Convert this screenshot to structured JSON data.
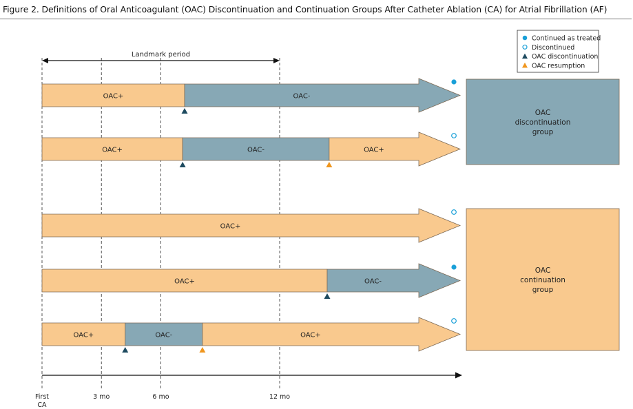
{
  "figure_title": "Figure 2. Definitions of Oral Anticoagulant (OAC) Discontinuation and Continuation Groups After Catheter Ablation (CA) for Atrial Fibrillation (AF)",
  "landmark_label": "Landmark period",
  "legend": [
    {
      "label": "Continued as treated",
      "symbol": "filled-circle",
      "color": "#1aa0d8"
    },
    {
      "label": "Discontinued",
      "symbol": "open-circle",
      "color": "#1aa0d8"
    },
    {
      "label": "OAC discontinuation",
      "symbol": "triangle",
      "color": "#1d4a5f"
    },
    {
      "label": "OAC resumption",
      "symbol": "triangle",
      "color": "#f0961e"
    }
  ],
  "timeline": {
    "ticks": [
      {
        "month": 0,
        "label_lines": [
          "First",
          "CA"
        ]
      },
      {
        "month": 3,
        "label_lines": [
          "3 mo"
        ]
      },
      {
        "month": 6,
        "label_lines": [
          "6 mo"
        ]
      },
      {
        "month": 12,
        "label_lines": [
          "12 mo"
        ]
      }
    ]
  },
  "colors": {
    "oac_plus": "#f9c98e",
    "oac_minus": "#87a8b5",
    "stroke": "#7d6a55",
    "rule": "#777777",
    "status_marker": "#1aa0d8",
    "discontinuation_marker": "#1d4a5f",
    "resumption_marker": "#f0961e"
  },
  "scenarios": [
    {
      "segments": [
        {
          "label": "OAC+",
          "state": "plus",
          "start_month": 0,
          "end_month": 7.2
        },
        {
          "label": "OAC-",
          "state": "minus",
          "start_month": 7.2,
          "end_month": null
        }
      ],
      "events": [
        {
          "type": "discontinuation",
          "month": 7.2
        }
      ],
      "status": "continued"
    },
    {
      "segments": [
        {
          "label": "OAC+",
          "state": "plus",
          "start_month": 0,
          "end_month": 7.1
        },
        {
          "label": "OAC-",
          "state": "minus",
          "start_month": 7.1,
          "end_month": 14.5
        },
        {
          "label": "OAC+",
          "state": "plus",
          "start_month": 14.5,
          "end_month": null
        }
      ],
      "events": [
        {
          "type": "discontinuation",
          "month": 7.1
        },
        {
          "type": "resumption",
          "month": 14.5
        }
      ],
      "status": "discontinued"
    },
    {
      "segments": [
        {
          "label": "OAC+",
          "state": "plus",
          "start_month": 0,
          "end_month": null
        }
      ],
      "events": [],
      "status": "discontinued"
    },
    {
      "segments": [
        {
          "label": "OAC+",
          "state": "plus",
          "start_month": 0,
          "end_month": 14.4
        },
        {
          "label": "OAC-",
          "state": "minus",
          "start_month": 14.4,
          "end_month": null
        }
      ],
      "events": [
        {
          "type": "discontinuation",
          "month": 14.4
        }
      ],
      "status": "continued"
    },
    {
      "segments": [
        {
          "label": "OAC+",
          "state": "plus",
          "start_month": 0,
          "end_month": 4.2
        },
        {
          "label": "OAC-",
          "state": "minus",
          "start_month": 4.2,
          "end_month": 8.1
        },
        {
          "label": "OAC+",
          "state": "plus",
          "start_month": 8.1,
          "end_month": null
        }
      ],
      "events": [
        {
          "type": "discontinuation",
          "month": 4.2
        },
        {
          "type": "resumption",
          "month": 8.1
        }
      ],
      "status": "discontinued"
    }
  ],
  "groups": [
    {
      "label_lines": [
        "OAC",
        "discontinuation",
        "group"
      ],
      "state": "minus"
    },
    {
      "label_lines": [
        "OAC",
        "continuation",
        "group"
      ],
      "state": "plus"
    }
  ]
}
